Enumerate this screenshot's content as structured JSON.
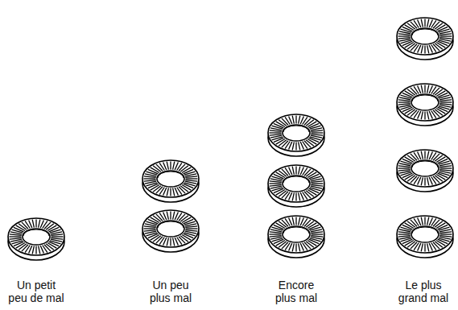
{
  "diagram": {
    "labels": [
      "Un petit peu de mal",
      "Un peu plus mal",
      "Encore plus mal",
      "Le plus grand mal"
    ]
  }
}
